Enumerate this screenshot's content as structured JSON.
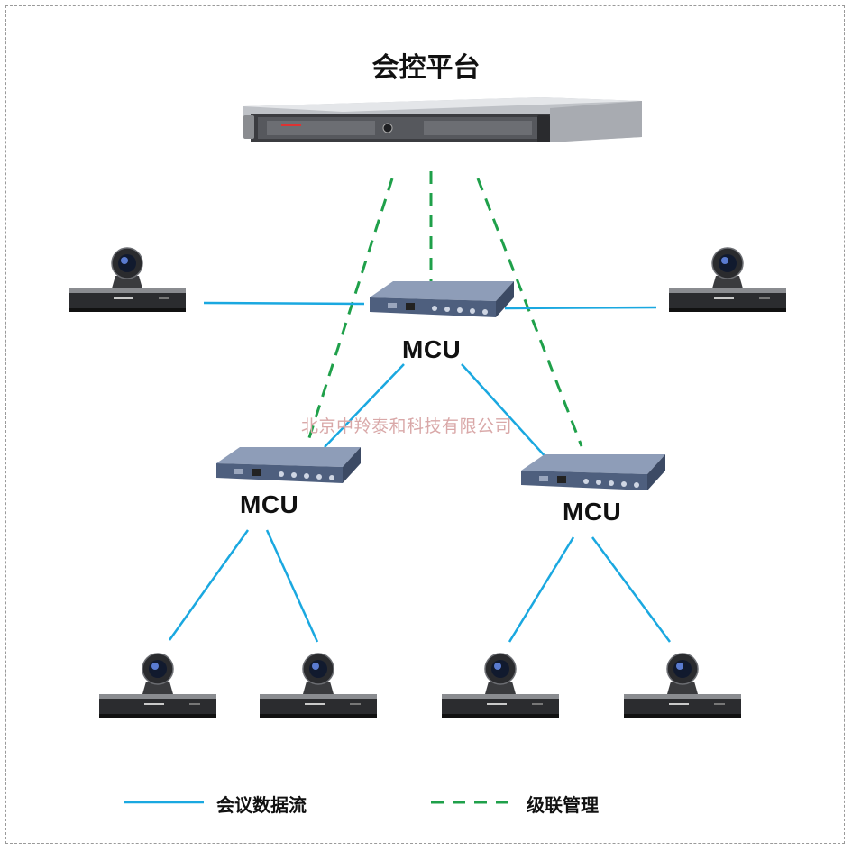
{
  "title": "会控平台",
  "watermark": "北京中羚泰和科技有限公司",
  "mcu_labels": [
    "MCU",
    "MCU",
    "MCU"
  ],
  "legend": {
    "data_flow": "会议数据流",
    "cascade": "级联管理"
  },
  "colors": {
    "data_flow": "#1aa8e0",
    "cascade": "#1fa04a"
  },
  "icons": {
    "server": "rack-server-icon",
    "mcu": "mcu-device-icon",
    "terminal": "video-conference-terminal-icon"
  }
}
